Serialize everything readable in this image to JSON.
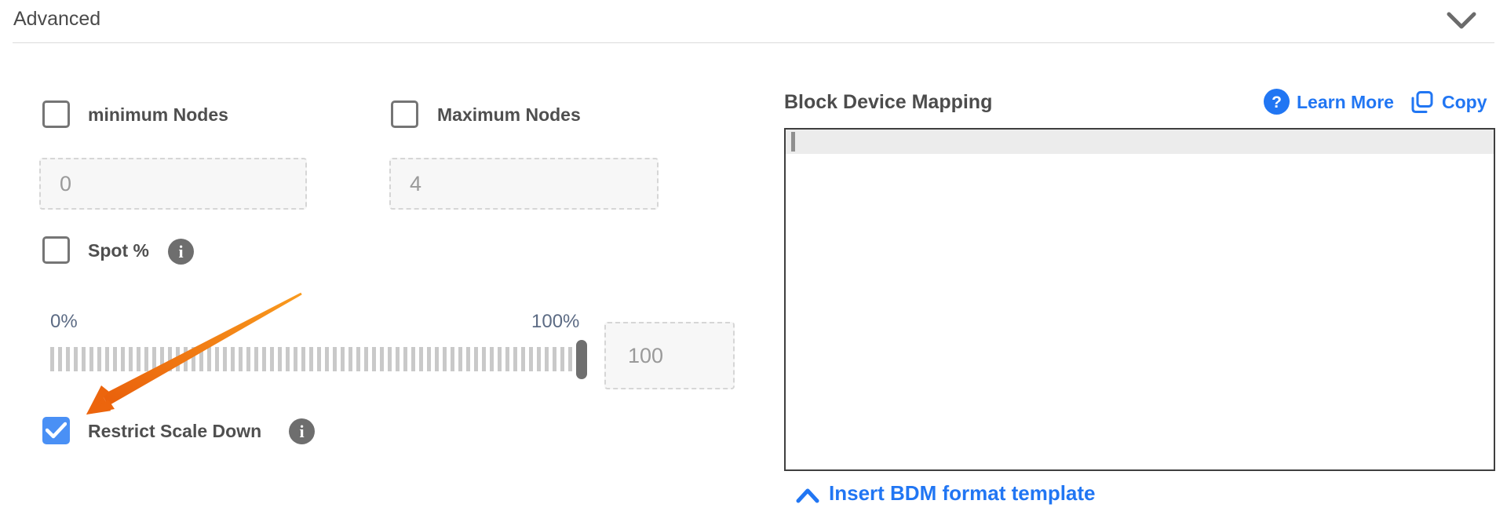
{
  "header": {
    "title": "Advanced"
  },
  "form": {
    "minimum_nodes": {
      "label": "minimum Nodes",
      "checked": false,
      "value": "0"
    },
    "maximum_nodes": {
      "label": "Maximum Nodes",
      "checked": false,
      "value": "4"
    },
    "spot_percentage": {
      "label": "Spot %",
      "checked": false,
      "slider_min_label": "0%",
      "slider_max_label": "100%",
      "slider_position_percent": 100,
      "value": "100",
      "info_icon_glyph": "i"
    },
    "restrict_scale_down": {
      "label": "Restrict Scale Down",
      "checked": true,
      "info_icon_glyph": "i"
    }
  },
  "bdm": {
    "title": "Block Device Mapping",
    "learn_more_label": "Learn More",
    "copy_label": "Copy",
    "editor_content": "",
    "insert_template_label": "Insert BDM format template"
  },
  "colors": {
    "link_blue": "#2176f3",
    "checkbox_checked_blue": "#4a90f5",
    "annotation_orange": "#ee6c0f",
    "slider_label_slate": "#5c6b84",
    "editor_border": "#3f3f3f",
    "active_line_gray": "#ececec"
  }
}
